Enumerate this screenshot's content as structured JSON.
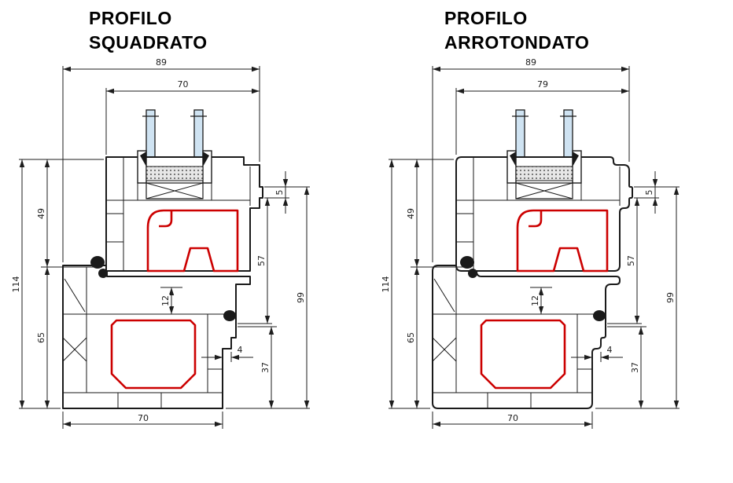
{
  "colors": {
    "outline": "#1a1a1a",
    "highlight": "#cc0000",
    "glass_fill": "#cfe3f2",
    "dim": "#1d1d1d"
  },
  "profiles": [
    {
      "id": "squadrato",
      "title_line1": "PROFILO",
      "title_line2": "SQUADRATO",
      "dims": {
        "overall_width": "89",
        "sash_width": "70",
        "upper_height": "49",
        "total_height": "114",
        "lower_height": "65",
        "gasket": "5",
        "rebate_height": "57",
        "right_height": "99",
        "clearance": "12",
        "step": "4",
        "bottom_height": "37",
        "frame_width": "70"
      }
    },
    {
      "id": "arrotondato",
      "title_line1": "PROFILO",
      "title_line2": "ARROTONDATO",
      "dims": {
        "overall_width": "89",
        "sash_width": "79",
        "upper_height": "49",
        "total_height": "114",
        "lower_height": "65",
        "gasket": "5",
        "rebate_height": "57",
        "right_height": "99",
        "clearance": "12",
        "step": "4",
        "bottom_height": "37",
        "frame_width": "70"
      }
    }
  ]
}
